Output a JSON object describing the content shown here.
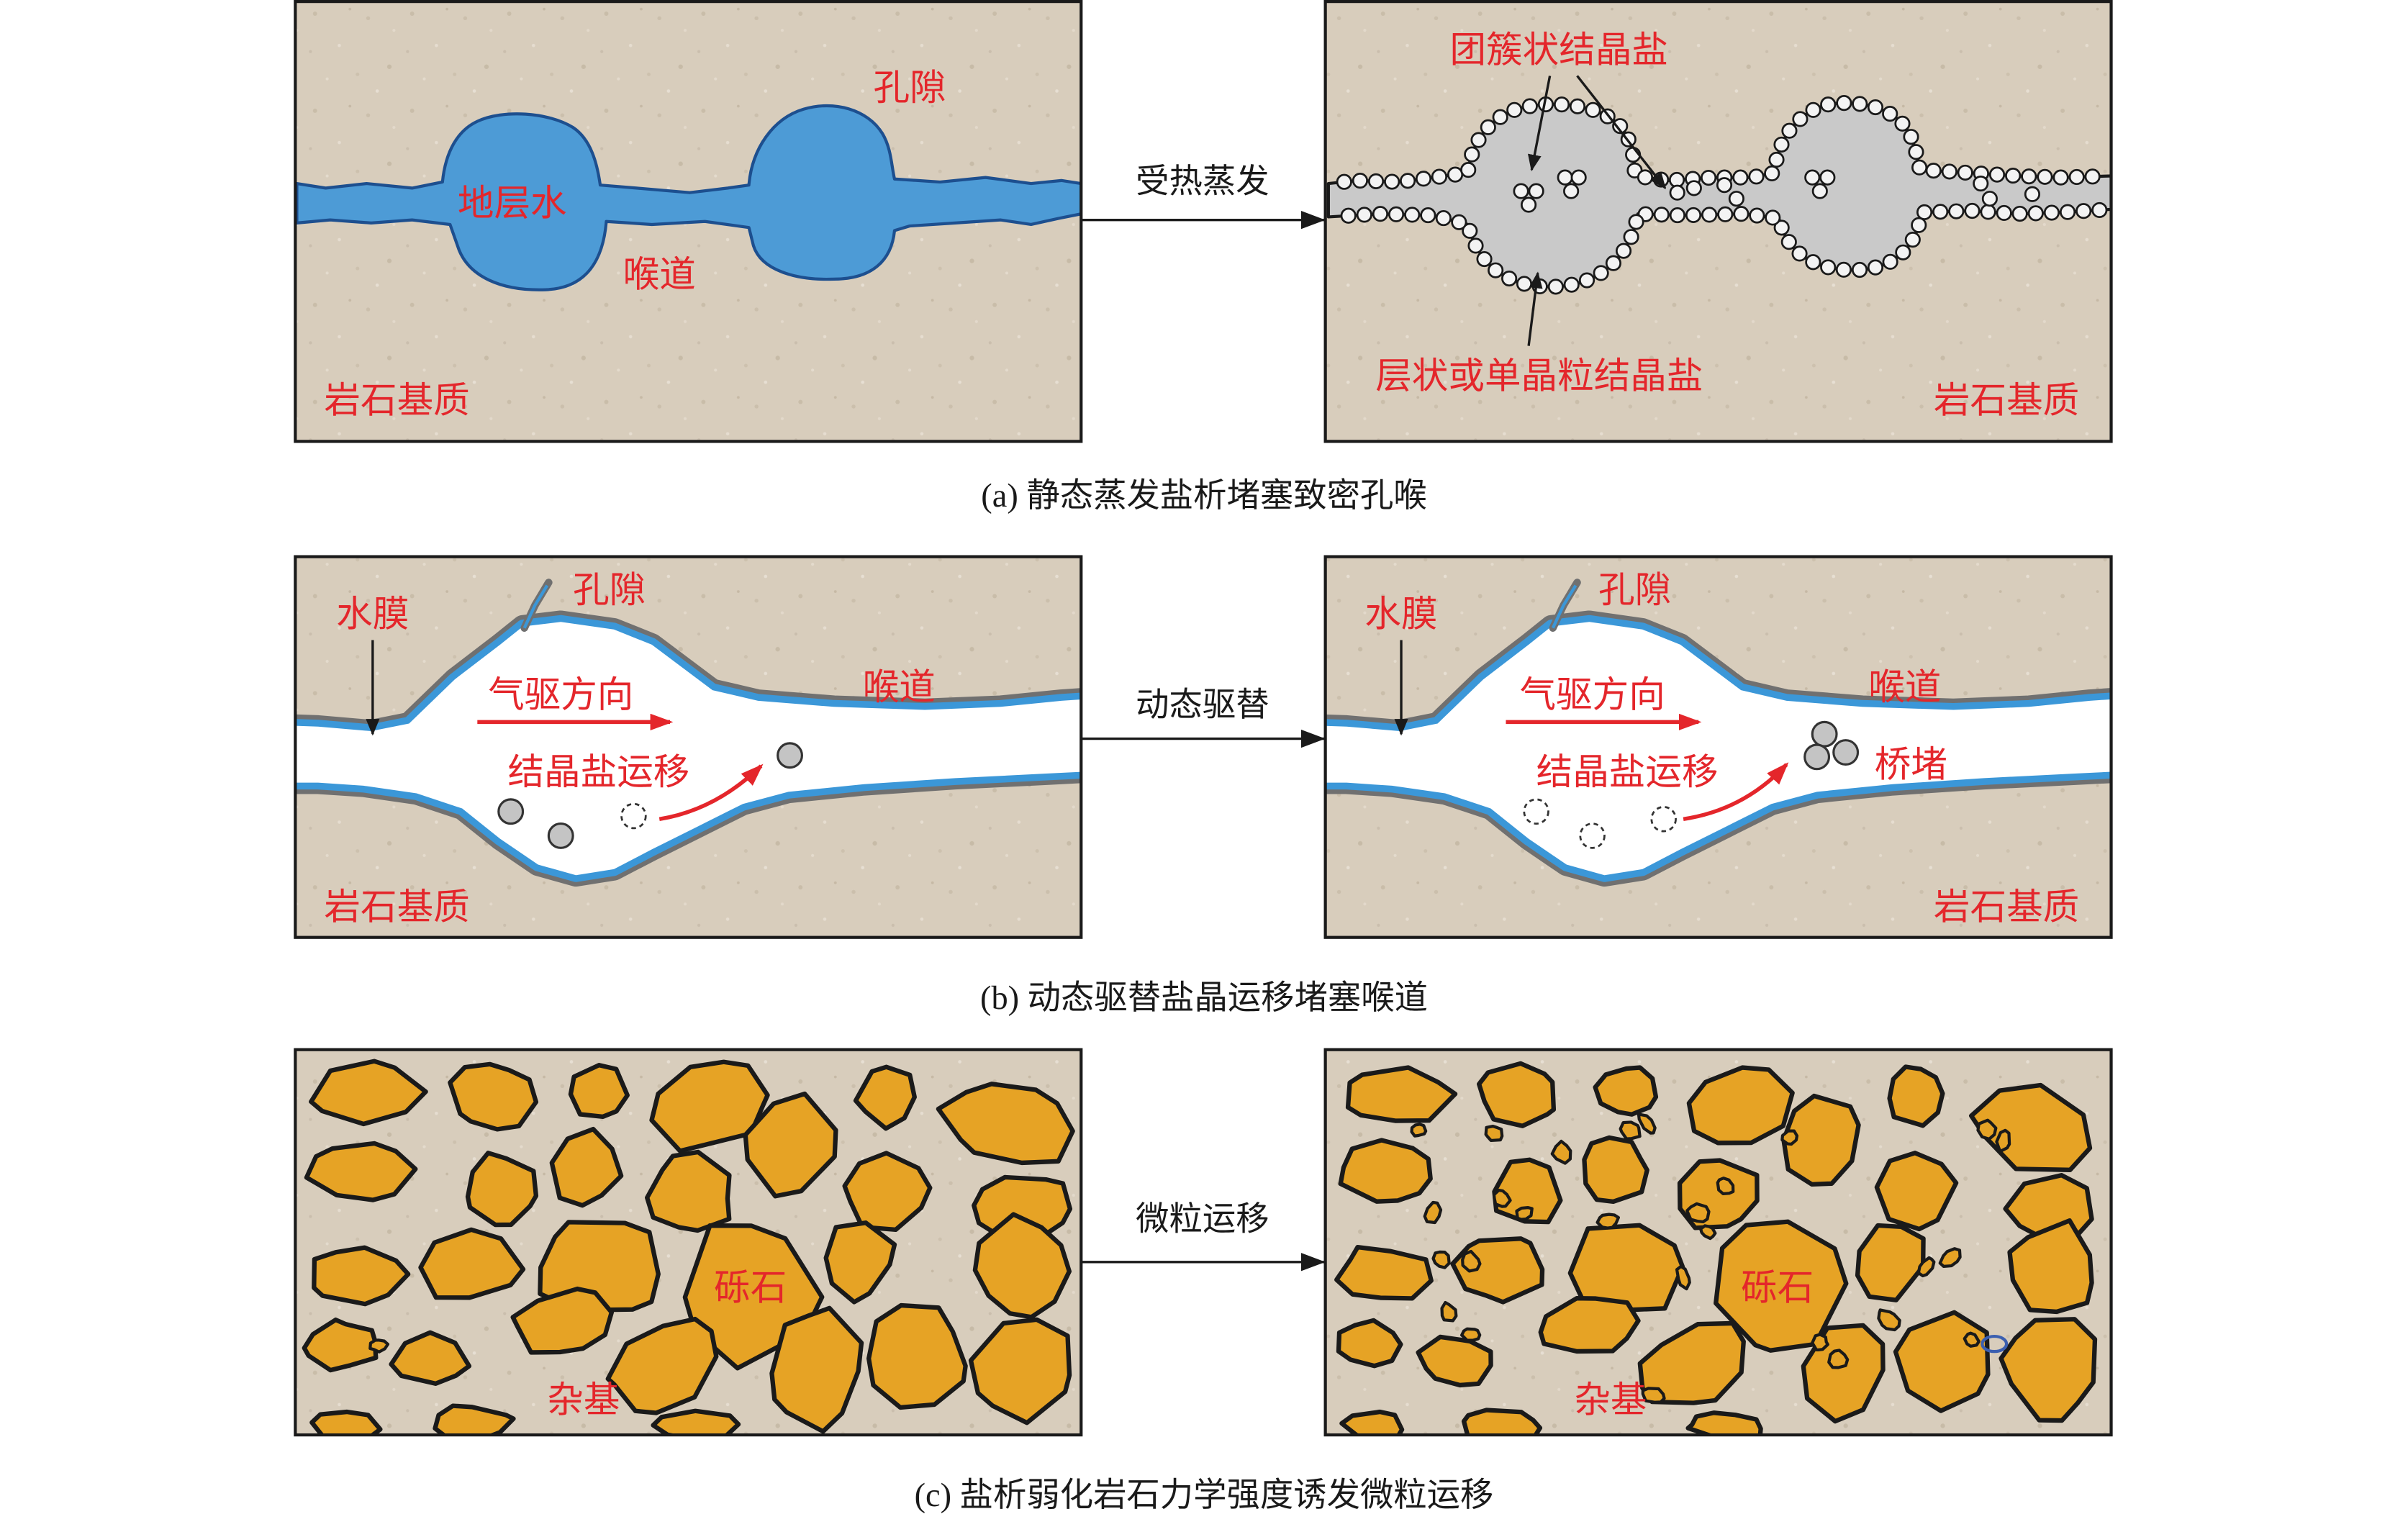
{
  "panels": {
    "a": {
      "left": {
        "pore_label": "孔隙",
        "water_label": "地层水",
        "throat_label": "喉道",
        "matrix_label": "岩石基质"
      },
      "transition_label": "受热蒸发",
      "right": {
        "cluster_salt_label": "团簇状结晶盐",
        "layer_salt_label": "层状或单晶粒结晶盐",
        "matrix_label": "岩石基质"
      },
      "caption": "(a) 静态蒸发盐析堵塞致密孔喉"
    },
    "b": {
      "left": {
        "water_film_label": "水膜",
        "pore_label": "孔隙",
        "throat_label": "喉道",
        "gas_drive_label": "气驱方向",
        "salt_migration_label": "结晶盐运移",
        "matrix_label": "岩石基质"
      },
      "transition_label": "动态驱替",
      "right": {
        "water_film_label": "水膜",
        "pore_label": "孔隙",
        "throat_label": "喉道",
        "gas_drive_label": "气驱方向",
        "salt_migration_label": "结晶盐运移",
        "bridge_plug_label": "桥堵",
        "matrix_label": "岩石基质"
      },
      "caption": "(b) 动态驱替盐晶运移堵塞喉道"
    },
    "c": {
      "left": {
        "gravel_label": "砾石",
        "matrix_label": "杂基"
      },
      "transition_label": "微粒运移",
      "right": {
        "gravel_label": "砾石",
        "matrix_label": "杂基"
      },
      "caption": "(c) 盐析弱化岩石力学强度诱发微粒运移"
    }
  },
  "colors": {
    "label_red": "#e4262b",
    "rock_matrix": "#d8cdbc",
    "formation_water": "#4d9bd6",
    "salt_fill": "#c9c9c9",
    "water_film": "#3b97d8",
    "gravel": "#e6a325",
    "outline": "#1a1a1a"
  }
}
